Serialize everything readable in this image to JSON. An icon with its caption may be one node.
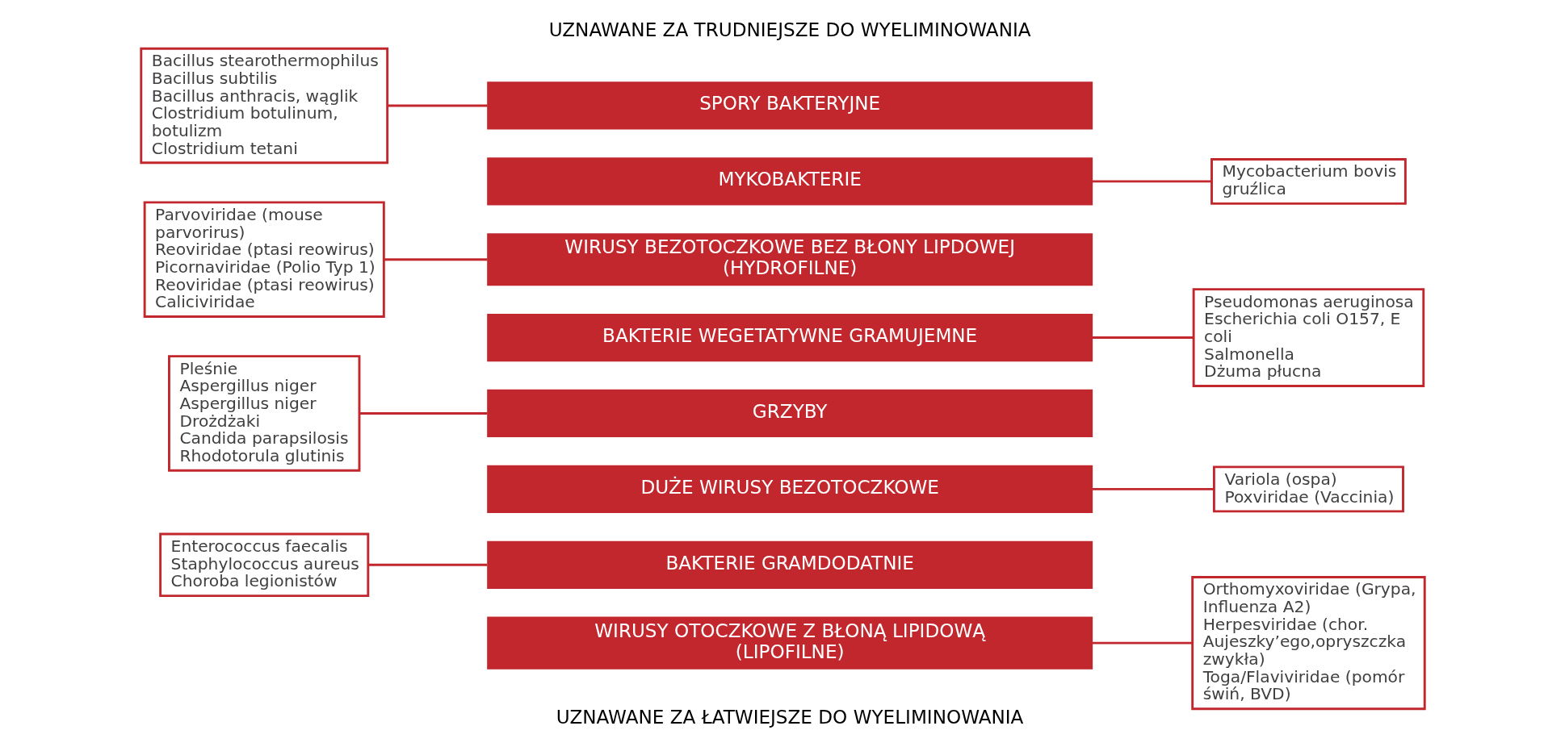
{
  "diagram": {
    "nodes": [
      {
        "text": [
          "SPORY BAKTERYJNE"
        ]
      },
      {
        "text": [
          "MYKOBAKTERIE"
        ]
      },
      {
        "text": [
          "WIRUSY BEZOTOCZKOWE BEZ BŁONY LIPDOWEJ (HYDROFILNE)"
        ]
      },
      {
        "text": [
          "BAKTERIE WEGETATYWNE GRAMUJEMNE"
        ]
      },
      {
        "text": [
          "GRZYBY"
        ]
      },
      {
        "text": [
          "DUŻE WIRUSY BEZOTOCZKOWE"
        ]
      },
      {
        "text": [
          "BAKTERIE GRAMDODATNIE"
        ]
      },
      {
        "text": [
          "WIRUSY OTOCZKOWE Z BŁONĄ LIPIDOWĄ (LIPOFILNE)"
        ]
      },
      {
        "text": [
          "Bacillus stearothermophilus",
          "Bacillus subtilis",
          "Bacillus anthracis, wąglik",
          "Clostridium botulinum, botulizm",
          "Clostridium tetani"
        ]
      },
      {
        "text": [
          "Parvoviridae (mouse parvorirus)",
          "Reoviridae (ptasi reowirus)",
          "Picornaviridae (Polio Typ 1)",
          "Reoviridae (ptasi reowirus)",
          "Caliciviridae"
        ]
      },
      {
        "text": [
          "Pleśnie",
          "Aspergillus niger Aspergillus niger",
          "Drożdżaki",
          "Candida parapsilosis",
          "Rhodotorula glutinis"
        ]
      },
      {
        "text": [
          "Enterococcus faecalis",
          "Staphylococcus aureus",
          "Choroba legionistów"
        ]
      },
      {
        "text": [
          "Mycobacterium bovis",
          "gruźlica"
        ]
      },
      {
        "text": [
          "Pseudomonas aeruginosa",
          "Escherichia coli O157, E coli",
          "Salmonella",
          "Dżuma płucna"
        ]
      },
      {
        "text": [
          "Variola (ospa)",
          "Poxviridae (Vaccinia)"
        ]
      },
      {
        "text": [
          "Orthomyxoviridae (Grypa, Influenza A2)",
          "Herpesviridae (chor. Aujeszky’ego,opryszczka zwykła)",
          "Toga/Flaviviridae (pomór świń, BVD)"
        ]
      }
    ],
    "edges": [
      {
        "from": 8,
        "to": 0,
        "arrow": "none"
      },
      {
        "from": 1,
        "to": 12,
        "arrow": "none"
      },
      {
        "from": 9,
        "to": 2,
        "arrow": "none"
      },
      {
        "from": 3,
        "to": 13,
        "arrow": "none"
      },
      {
        "from": 10,
        "to": 4,
        "arrow": "none"
      },
      {
        "from": 5,
        "to": 14,
        "arrow": "none"
      },
      {
        "from": 11,
        "to": 6,
        "arrow": "none"
      },
      {
        "from": 7,
        "to": 15,
        "arrow": "none"
      }
    ],
    "labels": [
      "UZNAWANE ZA TRUDNIEJSZE DO WYELIMINOWANIA",
      "UZNAWANE ZA ŁATWIEJSZE DO WYELIMINOWANIA"
    ]
  }
}
